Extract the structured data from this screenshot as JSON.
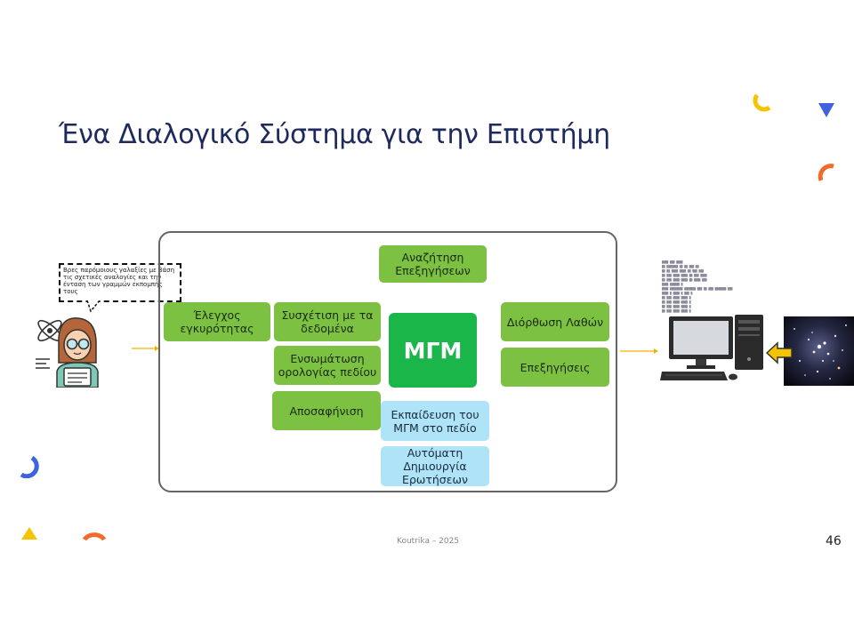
{
  "slide": {
    "title": "Ένα Διαλογικό Σύστημα για την Επιστήμη",
    "footer": "Koutrika – 2025",
    "page_number": "46"
  },
  "bubble": {
    "text": "Βρες παρόμοιους γαλαξίες με βάση τις σχετικές αναλογίες και την ένταση των γραμμών εκπομπής τους"
  },
  "boxes": {
    "elegxos": "Έλεγχος εγκυρότητας",
    "sysxetisi": "Συσχέτιση με τα δεδομένα",
    "ensomatosi": "Ενσωμάτωση ορολογίας πεδίου",
    "aposafinisi": "Αποσαφήνιση",
    "anazitisi": "Αναζήτηση Επεξηγήσεων",
    "mgm": "ΜΓΜ",
    "ekpaideusi": "Εκπαίδευση του ΜΓΜ στο πεδίο",
    "automati": "Αυτόματη Δημιουργία Ερωτήσεων",
    "diorthosi": "Διόρθωση Λαθών",
    "epexigiseis": "Επεξηγήσεις"
  },
  "colors": {
    "green_box": "#7dc142",
    "mgm_green": "#1ab64a",
    "blue_box": "#aee3f8",
    "title": "#1f2a5c",
    "arrow": "#f0b400",
    "accent_yellow": "#f5c400",
    "accent_blue": "#3f63e0",
    "accent_orange": "#f26b2a"
  },
  "icons": {
    "scientist": "scientist-icon",
    "computer": "desktop-computer-icon",
    "galaxy": "galaxy-image",
    "arrow_left": "arrow-left-icon"
  }
}
